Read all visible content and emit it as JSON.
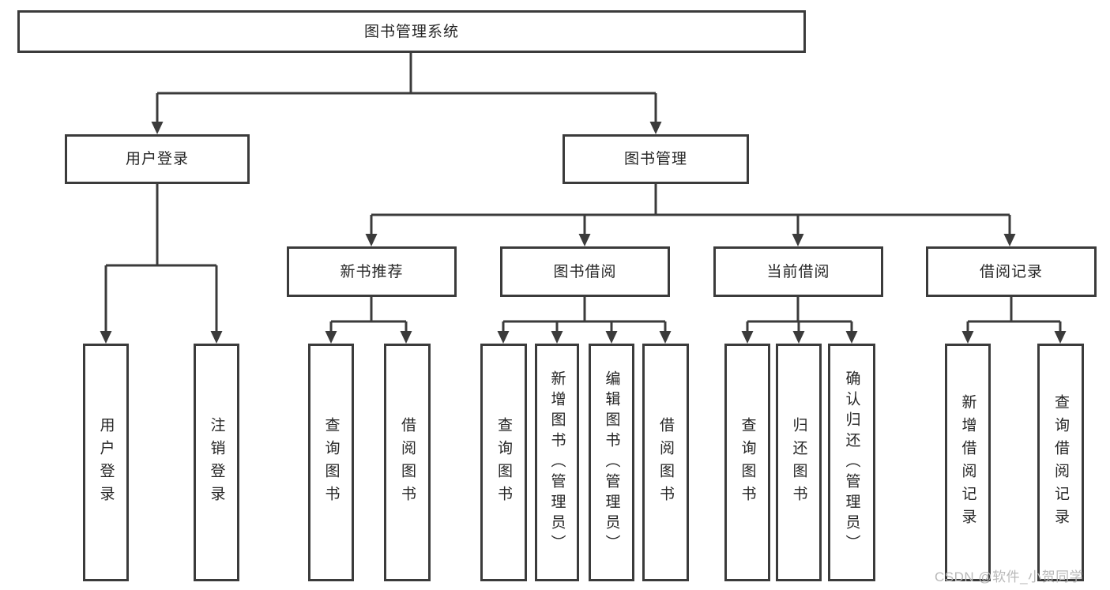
{
  "tree": {
    "root": {
      "label": "图书管理系统",
      "children": [
        {
          "label": "用户登录",
          "children": [
            {
              "label": "用户登录"
            },
            {
              "label": "注销登录"
            }
          ]
        },
        {
          "label": "图书管理",
          "children": [
            {
              "label": "新书推荐",
              "children": [
                {
                  "label": "查询图书"
                },
                {
                  "label": "借阅图书"
                }
              ]
            },
            {
              "label": "图书借阅",
              "children": [
                {
                  "label": "查询图书"
                },
                {
                  "label": "新增图书（管理员）"
                },
                {
                  "label": "编辑图书（管理员）"
                },
                {
                  "label": "借阅图书"
                }
              ]
            },
            {
              "label": "当前借阅",
              "children": [
                {
                  "label": "查询图书"
                },
                {
                  "label": "归还图书"
                },
                {
                  "label": "确认归还（管理员）"
                }
              ]
            },
            {
              "label": "借阅记录",
              "children": [
                {
                  "label": "新增借阅记录"
                },
                {
                  "label": "查询借阅记录"
                }
              ]
            }
          ]
        }
      ]
    }
  },
  "watermark": {
    "text": "CSDN @软件_小贺同学"
  },
  "colors": {
    "line": "#3b3b3b",
    "box_border": "#3b3b3b",
    "text": "#262626",
    "watermark": "#b9b9b9",
    "background": "#ffffff"
  }
}
